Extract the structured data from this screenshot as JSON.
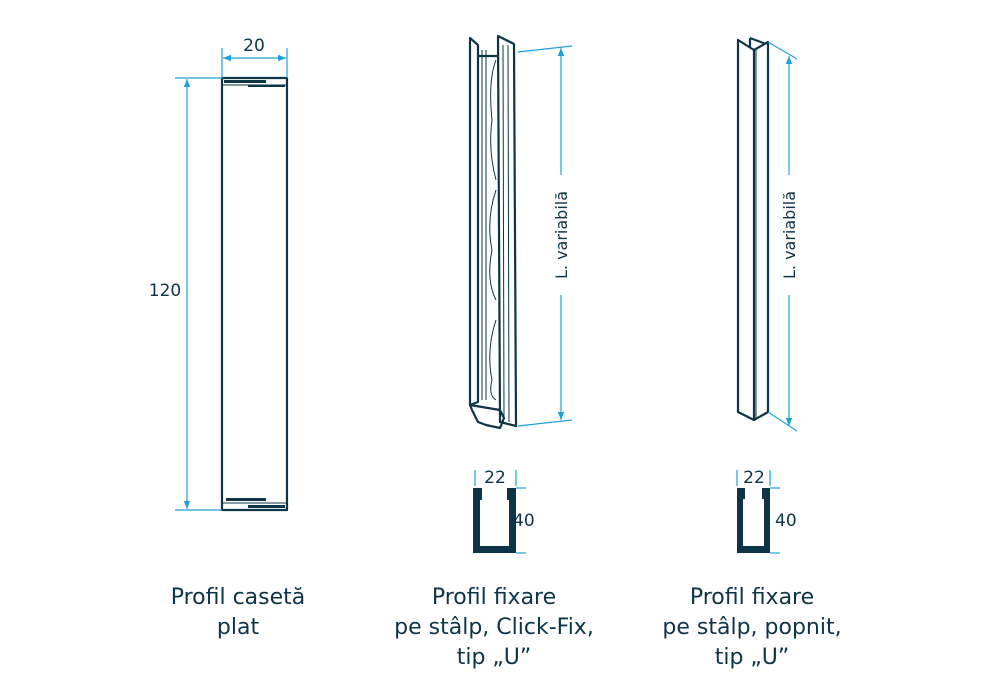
{
  "colors": {
    "outline": "#0d3447",
    "dimension": "#1ea0dc"
  },
  "profiles": [
    {
      "caption": [
        "Profil casetă",
        "plat"
      ],
      "width_label": "20",
      "height_label": "120"
    },
    {
      "caption": [
        "Profil fixare",
        "pe stâlp, Click-Fix,",
        "tip „U”"
      ],
      "length_label": "L. variabilă",
      "section_width_label": "22",
      "section_height_label": "40"
    },
    {
      "caption": [
        "Profil fixare",
        "pe stâlp, popnit,",
        "tip „U”"
      ],
      "length_label": "L. variabilă",
      "section_width_label": "22",
      "section_height_label": "40"
    }
  ]
}
